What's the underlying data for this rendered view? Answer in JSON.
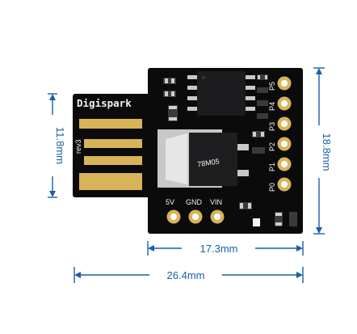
{
  "dimensions": {
    "height_usb": "11.8mm",
    "height_board": "18.8mm",
    "width_board": "17.3mm",
    "width_total": "26.4mm",
    "color": "#1a5fa8"
  },
  "board": {
    "title": "Digispark",
    "revision": "rev3",
    "power_labels": [
      "5V",
      "GND",
      "VIN"
    ],
    "pin_labels": [
      "P5",
      "P4",
      "P3",
      "P2",
      "P1",
      "P0"
    ],
    "regulator_marking": "78M05",
    "colors": {
      "pcb": "#0b0b0c",
      "gold": "#d8b35a",
      "silkscreen": "#f4f4f4"
    }
  }
}
